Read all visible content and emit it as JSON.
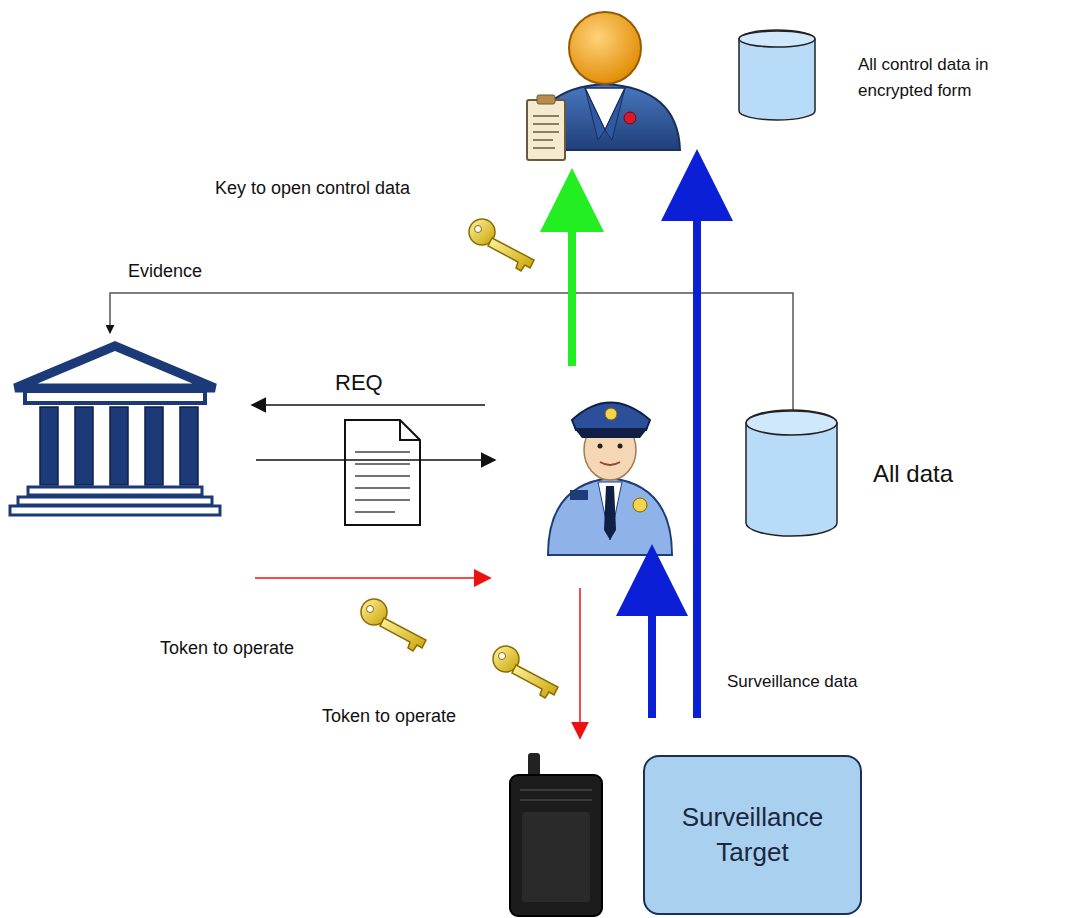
{
  "diagram": {
    "nodes": [
      {
        "text": [
          "All control data in encrypted form"
        ]
      },
      {
        "text": [
          "All data"
        ]
      },
      {
        "text": [
          "Surveillance Target"
        ]
      }
    ],
    "labels": [
      "Key to open control data",
      "Evidence",
      "REQ",
      "Token to operate",
      "Token to operate",
      "Surveillance data"
    ]
  }
}
